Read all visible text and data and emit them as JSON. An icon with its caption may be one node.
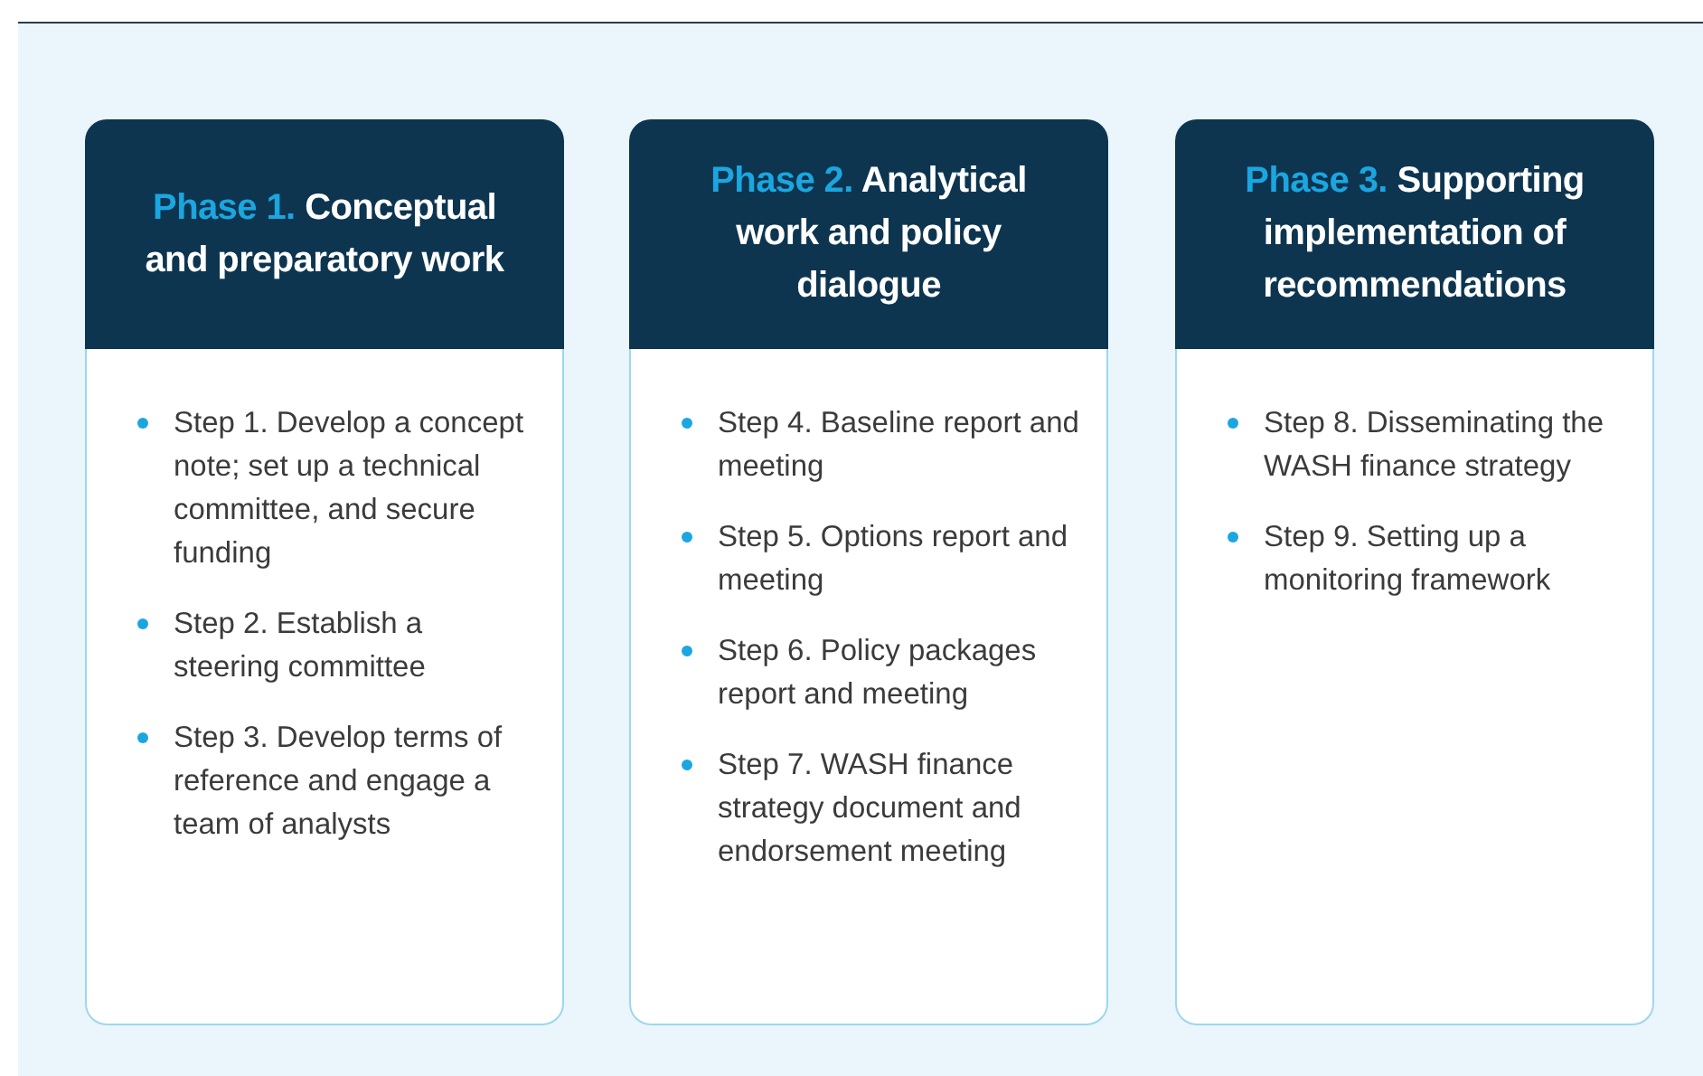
{
  "diagram": {
    "nodes": [
      {
        "text": [
          "Phase 1.",
          "Conceptual and preparatory work"
        ]
      },
      {
        "text": [
          "Step 1. Develop a concept note; set up a technical committee, and secure funding",
          "Step 2. Establish a steering committee",
          "Step 3. Develop terms of reference and engage a team of analysts"
        ]
      },
      {
        "text": [
          "Phase 2.",
          "Analytical work and policy dialogue"
        ]
      },
      {
        "text": [
          "Step 4. Baseline report and meeting",
          "Step 5. Options report and meeting",
          "Step 6. Policy packages report and meeting",
          "Step 7. WASH finance strategy document and endorsement meeting"
        ]
      },
      {
        "text": [
          "Phase 3.",
          "Supporting implementation of recommendations"
        ]
      },
      {
        "text": [
          "Step 8. Disseminating the WASH finance strategy",
          "Step 9. Setting up a monitoring framework"
        ]
      }
    ],
    "edges": []
  }
}
